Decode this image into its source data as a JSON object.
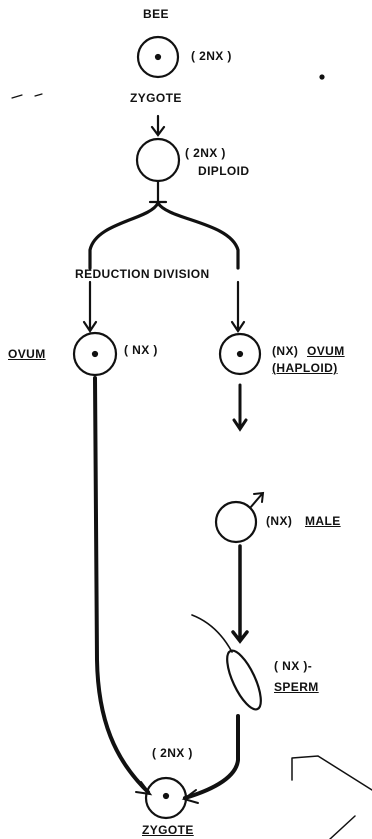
{
  "title": "BEE",
  "nodes": {
    "zygote_top": {
      "label": "ZYGOTE",
      "ploidy": "( 2NX )"
    },
    "diploid": {
      "label": "DIPLOID",
      "ploidy": "( 2NX )"
    },
    "division": {
      "label": "REDUCTION DIVISION"
    },
    "ovum_left": {
      "label": "OVUM",
      "ploidy": "( NX )"
    },
    "ovum_right": {
      "label": "OVUM",
      "ploidy": "(NX)",
      "note": "(HAPLOID)"
    },
    "male": {
      "label": "MALE",
      "ploidy": "(NX)"
    },
    "sperm": {
      "label": "SPERM",
      "ploidy": "( NX )-"
    },
    "zygote_bottom": {
      "label": "ZYGOTE",
      "ploidy": "( 2NX )"
    }
  },
  "colors": {
    "ink": "#111111"
  }
}
